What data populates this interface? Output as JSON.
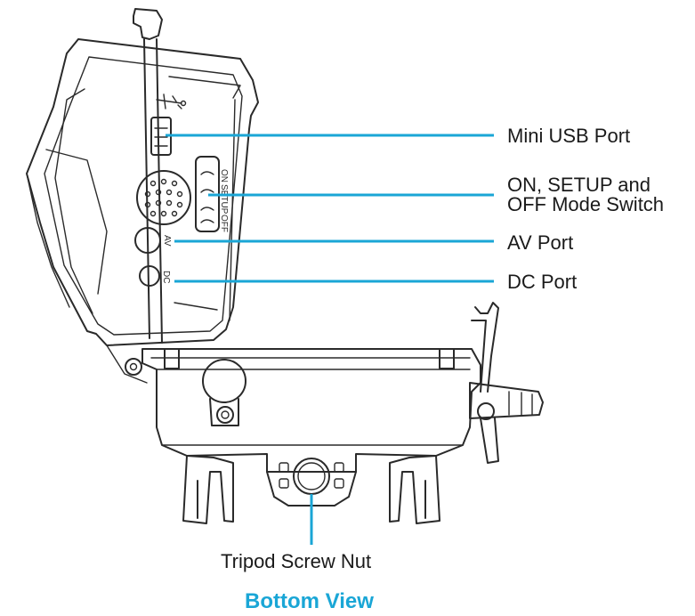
{
  "callouts": {
    "mini_usb": "Mini USB Port",
    "mode_switch_line1": "ON, SETUP and",
    "mode_switch_line2": "OFF Mode Switch",
    "av_port": "AV Port",
    "dc_port": "DC Port",
    "tripod": "Tripod Screw Nut"
  },
  "device_markings": {
    "switch_on": "ON",
    "switch_setup": "SETUP",
    "switch_off": "OFF",
    "av": "AV",
    "dc": "DC"
  },
  "caption": "Bottom View",
  "colors": {
    "callout_line": "#1aa6d6",
    "caption": "#1aa6d6",
    "outline": "#2a2a2a"
  },
  "icons": [
    "usb-icon"
  ]
}
